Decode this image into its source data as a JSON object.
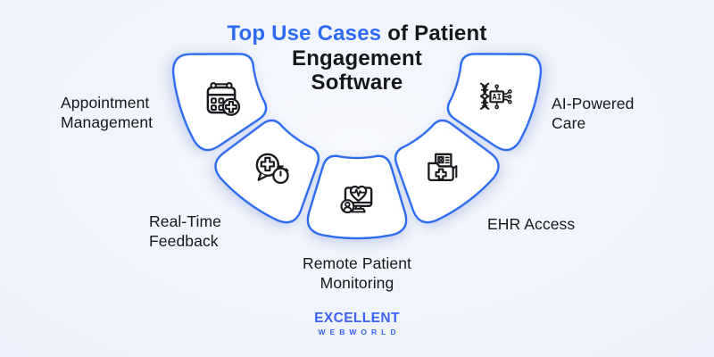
{
  "title": {
    "highlight": "Top Use Cases",
    "line1_rest": " of Patient",
    "line2": "Engagement",
    "line3": "Software"
  },
  "items": [
    {
      "label": "Appointment Management",
      "icon": "calendar-plus-icon"
    },
    {
      "label": "Real-Time Feedback",
      "icon": "chat-feedback-stopwatch-icon"
    },
    {
      "label": "Remote Patient Monitoring",
      "icon": "monitor-heartbeat-patient-icon"
    },
    {
      "label": "EHR Access",
      "icon": "medical-records-folder-icon"
    },
    {
      "label": "AI-Powered Care",
      "icon": "dna-ai-chip-icon"
    }
  ],
  "icons": {
    "ai_chip_text": "AI"
  },
  "logo": {
    "primary": "EXCELLENT",
    "secondary": "WEBWORLD"
  },
  "colors": {
    "accent_blue": "#2E6BF0",
    "text_dark": "#17181C",
    "icon_stroke": "#1A1B1F",
    "logo_blue": "#3D63F2",
    "petal_fill": "#FFFFFF",
    "background": "#EDF1FA"
  }
}
